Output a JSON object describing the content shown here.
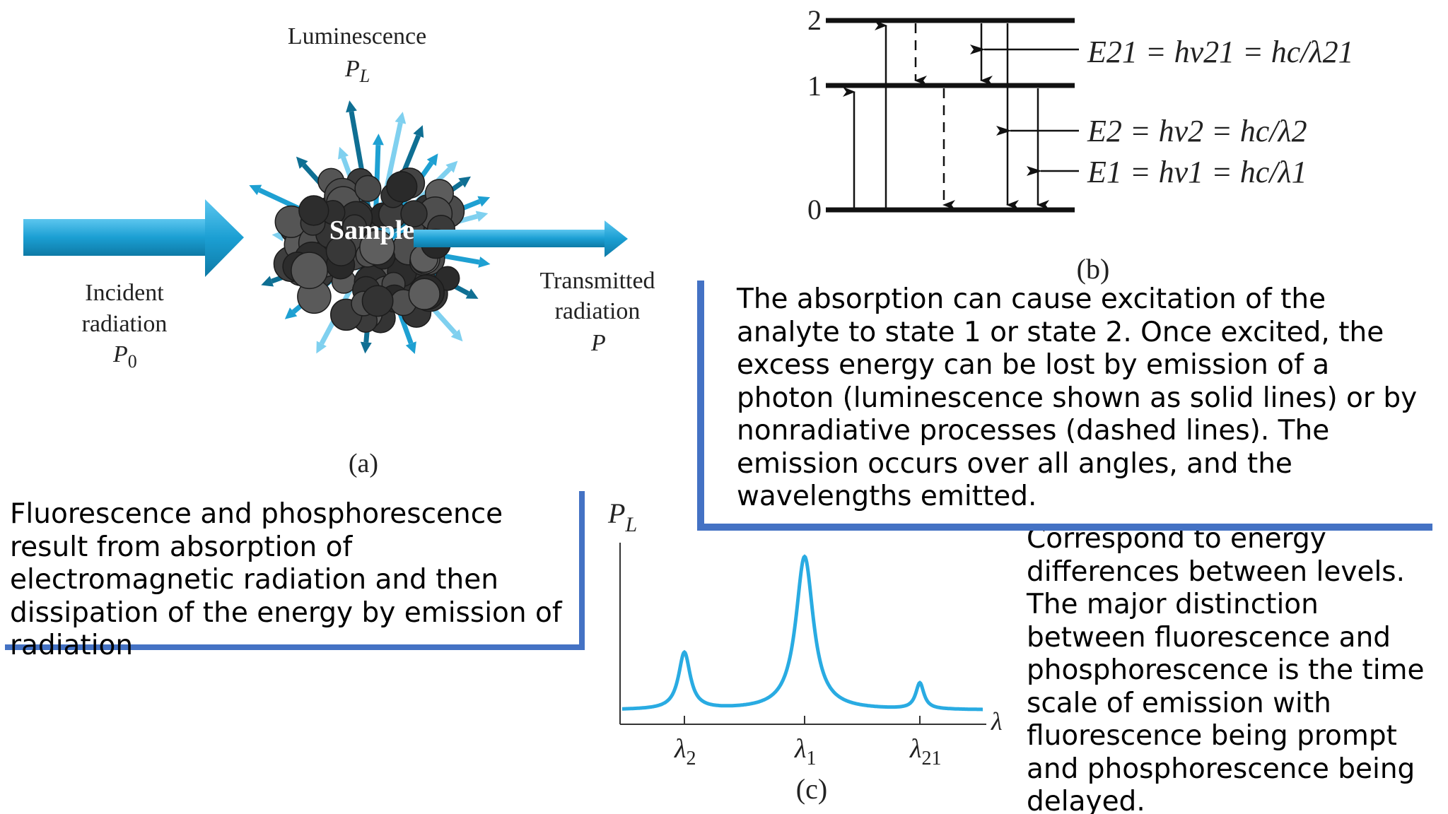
{
  "figure_a": {
    "luminescence_label": "Luminescence",
    "luminescence_symbol": "P",
    "luminescence_subscript": "L",
    "sample_label": "Sample",
    "incident_label_1": "Incident",
    "incident_label_2": "radiation",
    "incident_symbol": "P",
    "incident_subscript": "0",
    "transmitted_label_1": "Transmitted",
    "transmitted_label_2": "radiation",
    "transmitted_symbol": "P",
    "caption": "(a)",
    "colors": {
      "arrow_main": "#1ea0d2",
      "arrow_light": "#7fd0ef",
      "arrow_dark": "#0f6f93",
      "sample": "#3a3a3a"
    }
  },
  "figure_b": {
    "levels": [
      "2",
      "1",
      "0"
    ],
    "eq_21": "E21 = hν21 = hc/λ21",
    "eq_2": "E2 = hν2 = hc/λ2",
    "eq_1": "E1 = hν1 = hc/λ1",
    "caption": "(b)"
  },
  "figure_c": {
    "y_label": "P",
    "y_label_sub": "L",
    "x_symbol": "λ",
    "tick_labels": [
      {
        "main": "λ",
        "sub": "2"
      },
      {
        "main": "λ",
        "sub": "1"
      },
      {
        "main": "λ",
        "sub": "21"
      }
    ],
    "caption": "(c)",
    "line_color": "#29abe2"
  },
  "chart_data": {
    "type": "line",
    "x_ticks": [
      "λ2",
      "λ1",
      "λ21"
    ],
    "peaks": [
      {
        "at": "λ2",
        "relative_height": 0.37
      },
      {
        "at": "λ1",
        "relative_height": 1.0
      },
      {
        "at": "λ21",
        "relative_height": 0.17
      }
    ],
    "xlabel": "λ",
    "ylabel": "PL"
  },
  "text_boxes": {
    "left": "Fluorescence and phosphorescence result from absorption of electromagnetic radiation and then dissipation of the energy by emission of radiation",
    "right": "The absorption can cause excitation of the analyte to state 1 or state 2. Once excited, the excess energy can be lost by emission of a photon (luminescence shown as solid lines) or by nonradiative processes (dashed lines). The emission occurs over all angles, and the wavelengths emitted.",
    "bottom": "Correspond to energy differences between levels. The major distinction between fluorescence and phosphorescence is the time scale of emission with fluorescence being prompt and phosphorescence being delayed."
  },
  "accent_color": "#4472c4"
}
